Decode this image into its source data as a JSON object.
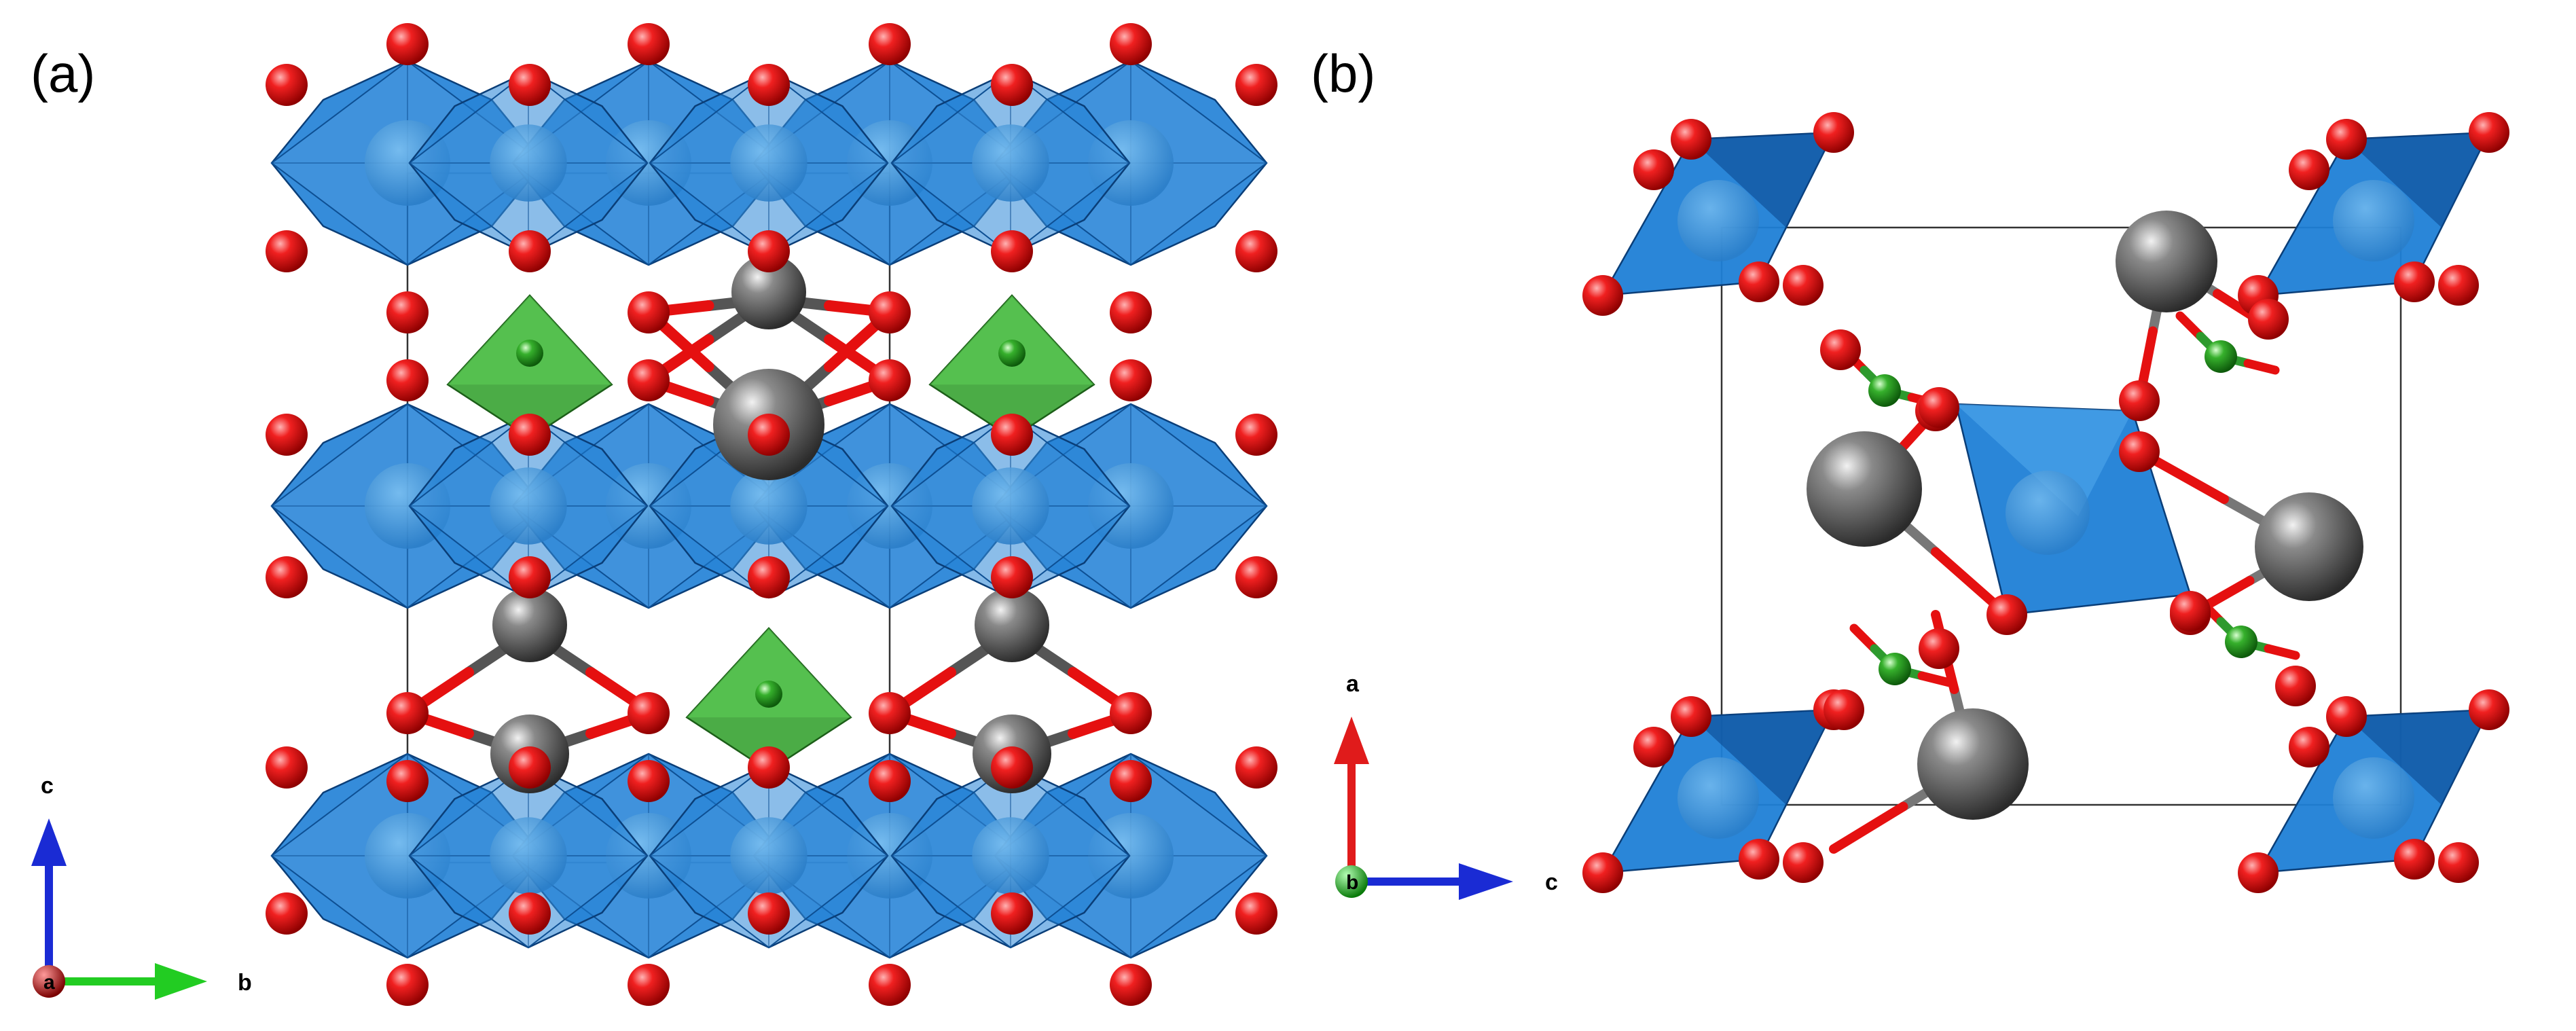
{
  "panels": [
    {
      "label": "(a)",
      "view_axis": "a",
      "axes": {
        "up": "c",
        "right": "b",
        "out": "a"
      }
    },
    {
      "label": "(b)",
      "view_axis": "b",
      "axes": {
        "up": "a",
        "right": "c",
        "out": "b"
      }
    }
  ],
  "colors": {
    "oxygen": "#e51010",
    "octahedron": "#1f7fd6",
    "tetrahedron": "#37a332",
    "green_atom": "#2e9a2e",
    "grey_atom": "#4a4a4a",
    "axis_red": "#e01b1b",
    "axis_green": "#22cc22",
    "axis_blue": "#1a2bd4"
  },
  "icons": [
    "oxygen-atom",
    "octahedron-polyhedron",
    "tetrahedron-polyhedron",
    "grey-cation-atom",
    "green-cation-atom",
    "axis-arrow"
  ]
}
